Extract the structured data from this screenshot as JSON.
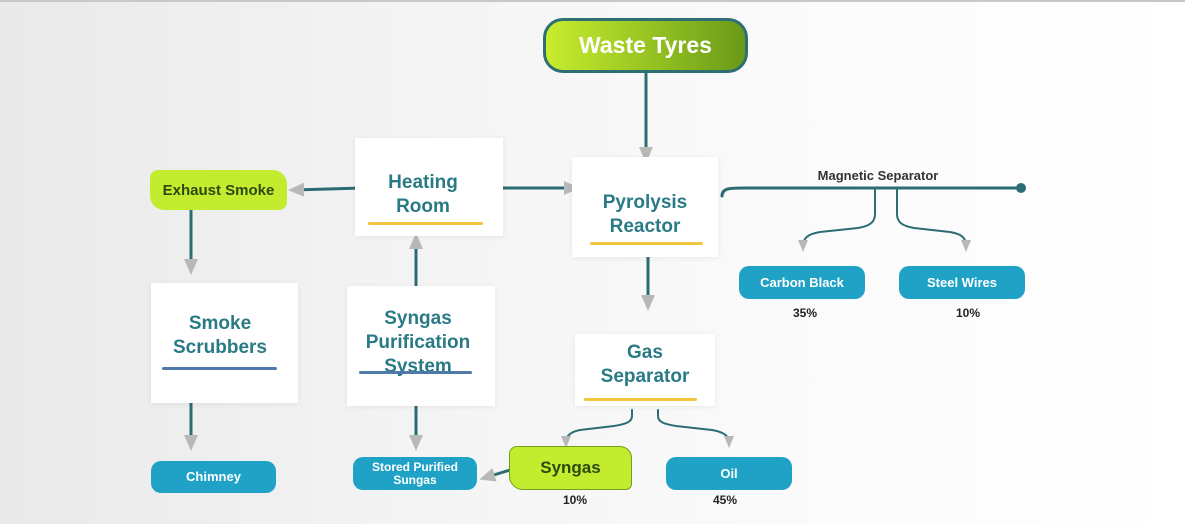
{
  "diagram": {
    "root": "Waste Tyres",
    "heating_room": "Heating\nRoom",
    "pyrolysis_reactor": "Pyrolysis\nReactor",
    "exhaust_smoke": "Exhaust Smoke",
    "magnetic_separator": "Magnetic Separator",
    "carbon_black": "Carbon Black",
    "carbon_black_pct": "35%",
    "steel_wires": "Steel Wires",
    "steel_wires_pct": "10%",
    "smoke_scrubbers": "Smoke\nScrubbers",
    "syngas_purification": "Syngas\nPurification\nSystem",
    "gas_separator": "Gas\nSeparator",
    "chimney": "Chimney",
    "stored_syngas": "Stored Purified\nSungas",
    "syngas": "Syngas",
    "syngas_pct": "10%",
    "oil": "Oil",
    "oil_pct": "45%"
  },
  "colors": {
    "line": "#2c6d73",
    "arrow": "#b8b8b8",
    "pill": "#1fa2c6",
    "lime": "#c3ec2f",
    "underline_yellow": "#f2c53d",
    "underline_blue": "#4f79a8",
    "text_teal": "#2a7a85"
  }
}
